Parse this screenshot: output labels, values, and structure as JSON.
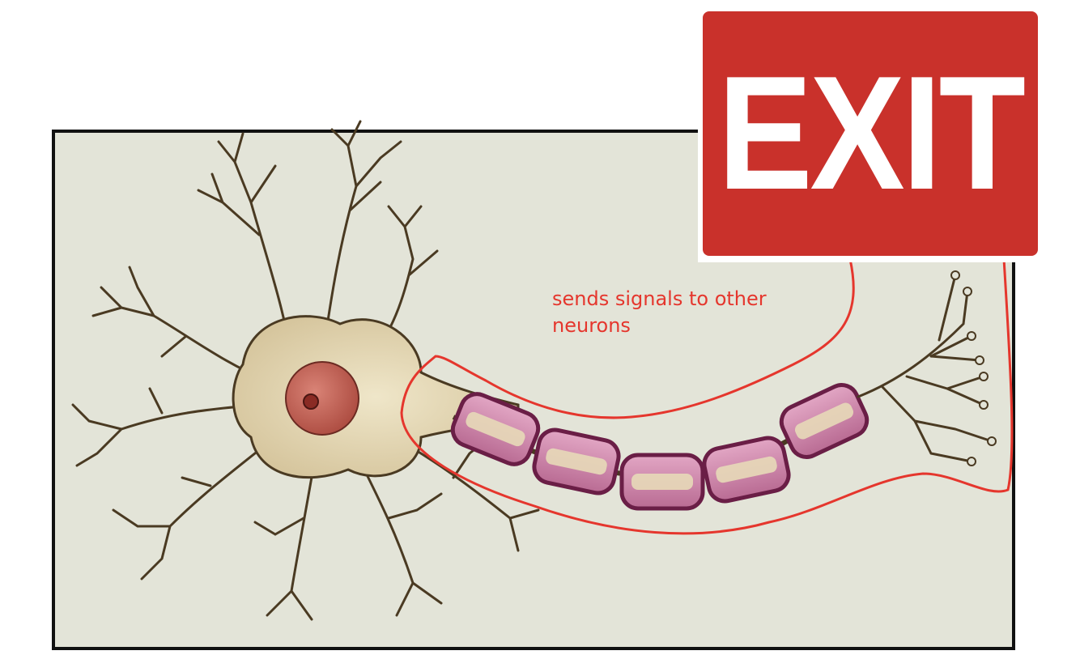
{
  "sign": {
    "text": "EXIT",
    "background_color": "#c9312b",
    "text_color": "#ffffff"
  },
  "annotation": {
    "line1": "sends signals to other",
    "line2": "neurons",
    "color": "#e5362d"
  },
  "colors": {
    "panel_background": "#e3e4d8",
    "neuron_fill": "#d8c9a0",
    "neuron_stroke": "#4a3a22",
    "nucleus_fill": "#c05f52",
    "myelin_fill": "#c987a8",
    "myelin_stroke": "#6a1e46",
    "highlight_stroke": "#e5362d"
  }
}
